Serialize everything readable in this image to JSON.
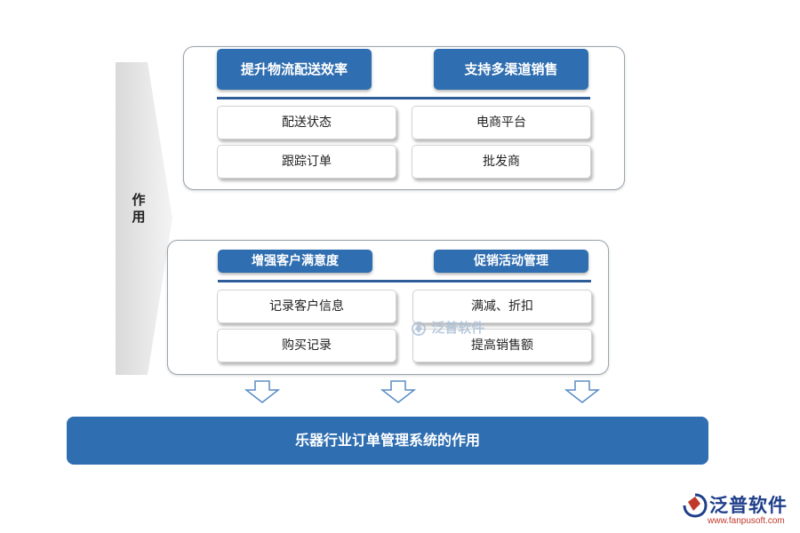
{
  "side_label": "作\n用",
  "panel1": {
    "header_left": "提升物流配送效率",
    "header_right": "支持多渠道销售",
    "items_left": [
      "配送状态",
      "跟踪订单"
    ],
    "items_right": [
      "电商平台",
      "批发商"
    ]
  },
  "panel2": {
    "header_left": "增强客户满意度",
    "header_right": "促销活动管理",
    "items_left": [
      "记录客户信息",
      "购买记录"
    ],
    "items_right": [
      "满减、折扣",
      "提高销售额"
    ]
  },
  "bottom_bar": "乐器行业订单管理系统的作用",
  "watermark": "泛普软件",
  "brand": {
    "name": "泛普软件",
    "url": "www.fanpusoft.com"
  },
  "colors": {
    "accent": "#2f6eb0",
    "separator": "#2f5d9a",
    "brand_text": "#1f3f8a",
    "url_red": "#c0392b"
  }
}
